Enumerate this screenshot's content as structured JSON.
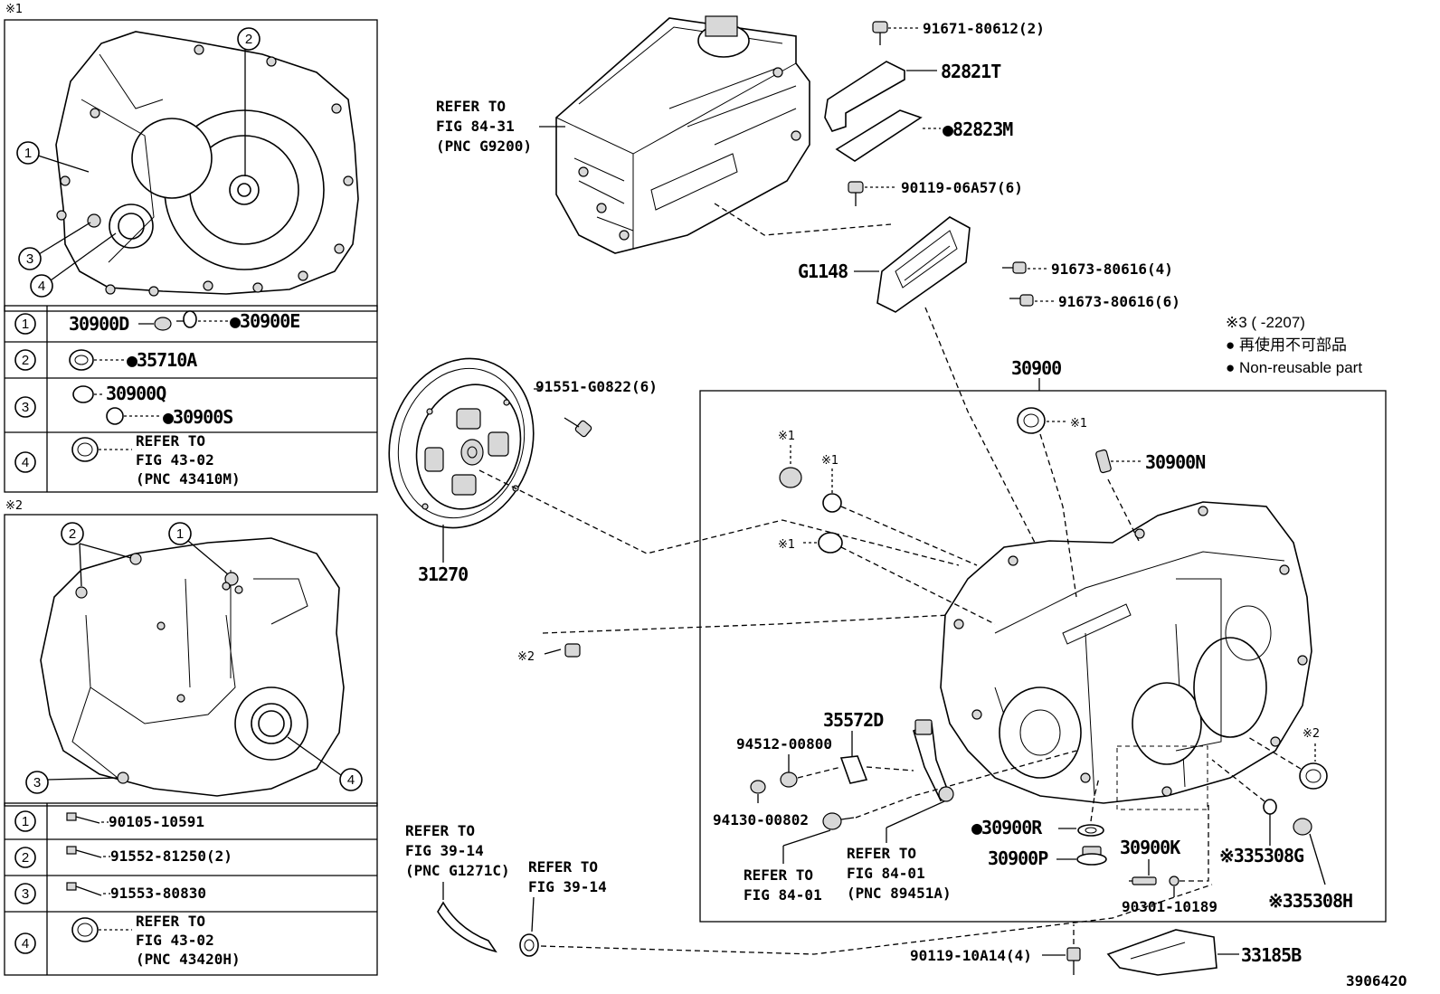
{
  "panel1": {
    "marker": "※1",
    "callouts": [
      "1",
      "2",
      "3",
      "4"
    ],
    "rows": [
      {
        "idx": "1",
        "parts": [
          "30900D",
          "●30900E"
        ]
      },
      {
        "idx": "2",
        "parts": [
          "●35710A"
        ]
      },
      {
        "idx": "3",
        "parts": [
          "30900Q",
          "●30900S"
        ]
      },
      {
        "idx": "4",
        "ref": [
          "REFER TO",
          "FIG 43-02",
          "(PNC 43410M)"
        ]
      }
    ]
  },
  "panel2": {
    "marker": "※2",
    "callouts": [
      "1",
      "2",
      "3",
      "4"
    ],
    "rows": [
      {
        "idx": "1",
        "parts": [
          "90105-10591"
        ]
      },
      {
        "idx": "2",
        "parts": [
          "91552-81250(2)"
        ]
      },
      {
        "idx": "3",
        "parts": [
          "91553-80830"
        ]
      },
      {
        "idx": "4",
        "ref": [
          "REFER TO",
          "FIG 43-02",
          "(PNC 43420H)"
        ]
      }
    ]
  },
  "main": {
    "refer_inverter": [
      "REFER TO",
      "FIG 84-31",
      "(PNC G9200)"
    ],
    "pn_91671": "91671-80612(2)",
    "pn_82821T": "82821T",
    "pn_82823M": "●82823M",
    "pn_90119_06A57": "90119-06A57(6)",
    "pn_G1148": "G1148",
    "pn_91673_4": "91673-80616(4)",
    "pn_91673_6": "91673-80616(6)",
    "pn_91551": "91551-G0822(6)",
    "pn_31270": "31270",
    "pn_30900": "30900",
    "pn_30900N": "30900N",
    "pn_35572D": "35572D",
    "pn_94512": "94512-00800",
    "pn_94130": "94130-00802",
    "refer_8401a": [
      "REFER TO",
      "FIG 84-01"
    ],
    "refer_8401b": [
      "REFER TO",
      "FIG 84-01",
      "(PNC 89451A)"
    ],
    "pn_30900R": "●30900R",
    "pn_30900P": "30900P",
    "pn_30900K": "30900K",
    "pn_90301": "90301-10189",
    "pn_35308G": "※335308G",
    "pn_35308H": "※335308H",
    "refer_3914a": [
      "REFER TO",
      "FIG 39-14",
      "(PNC G1271C)"
    ],
    "refer_3914b": [
      "REFER TO",
      "FIG 39-14"
    ],
    "pn_90119_10A14": "90119-10A14(4)",
    "pn_33185B": "33185B",
    "mark_x1": "※1",
    "mark_x2": "※2",
    "figure_code": "390642O"
  },
  "legend": {
    "line1": "※3 (      -2207)",
    "line2": "● 再使用不可部品",
    "line3": "● Non-reusable part"
  }
}
